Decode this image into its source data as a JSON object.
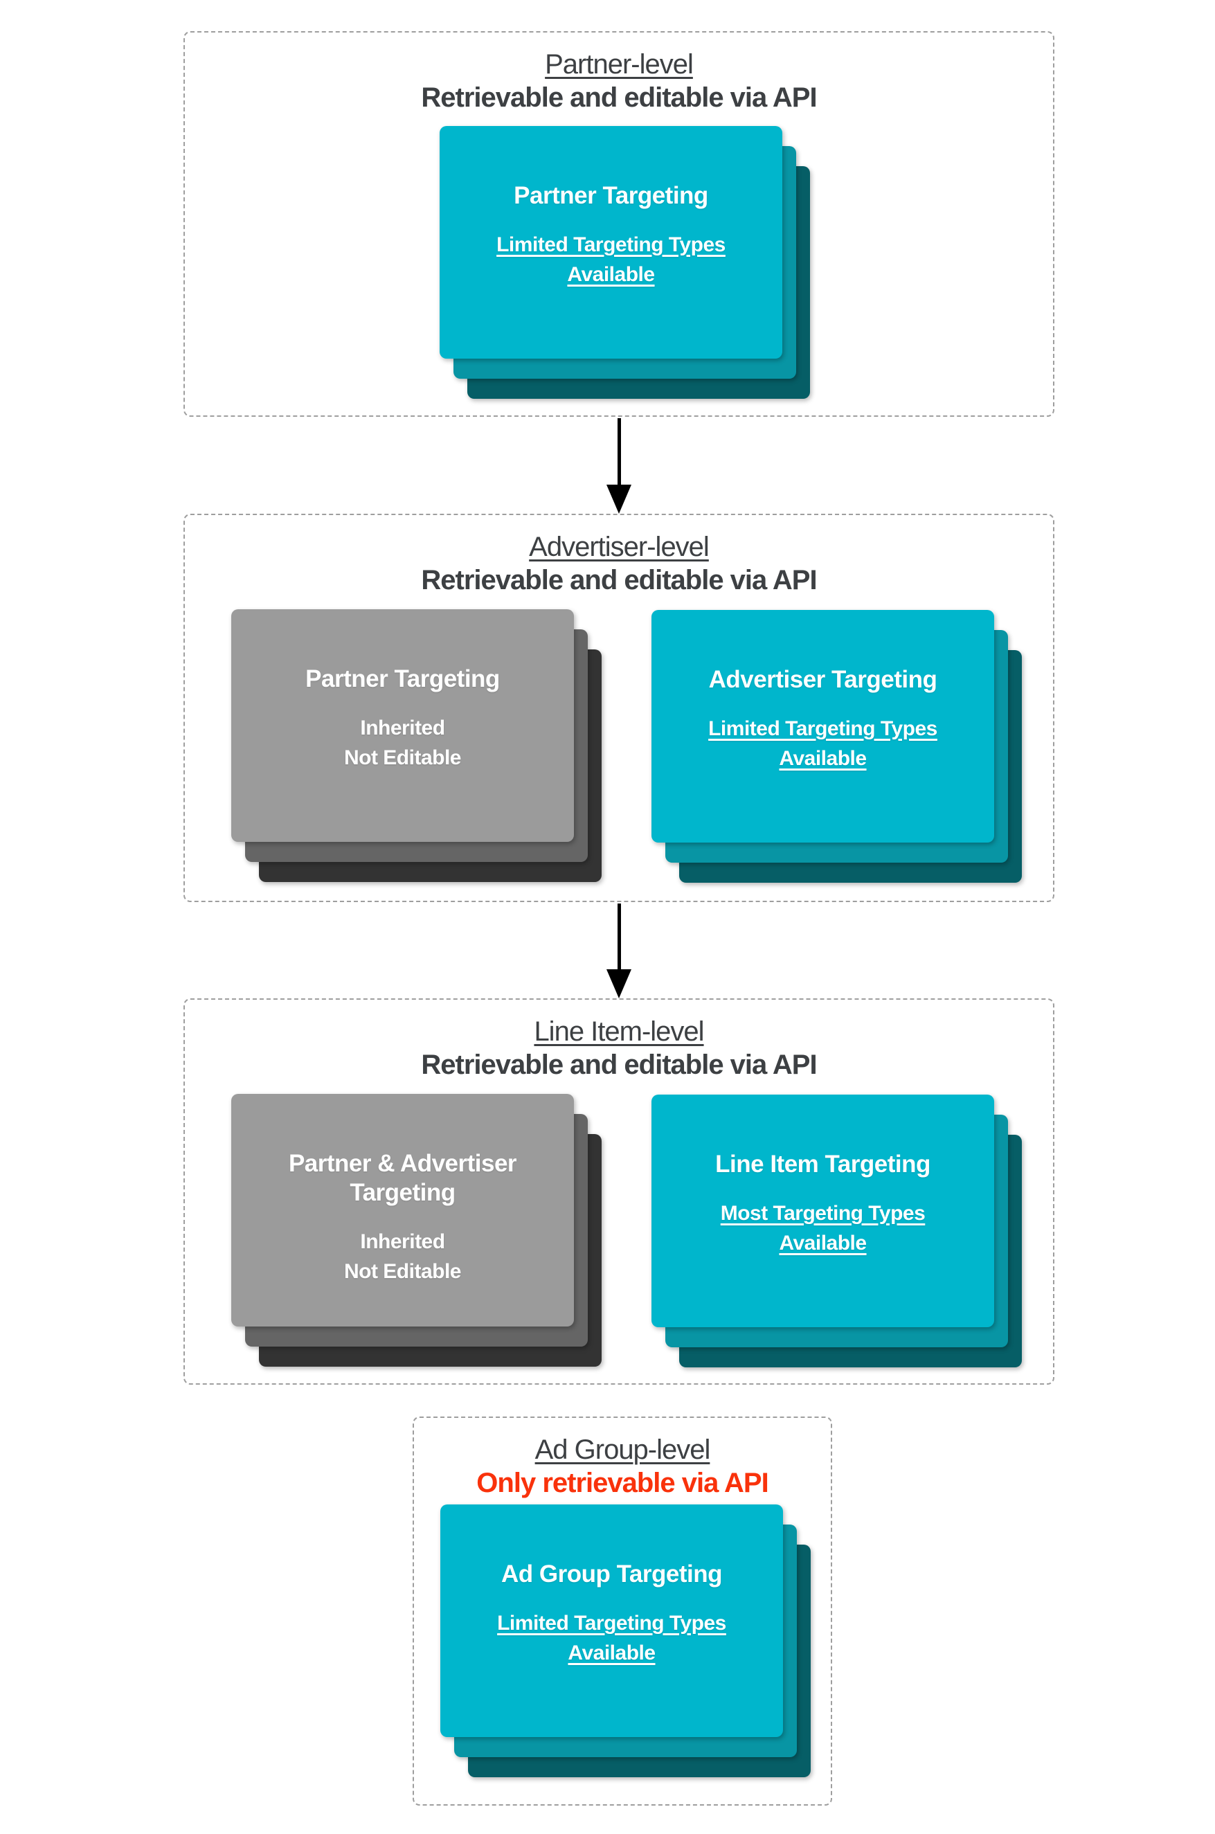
{
  "diagram": {
    "description": "Display & Video targeting hierarchy: which targeting is retrievable/editable via API at each level"
  },
  "colors": {
    "card_cyan_front": "#00b6cc",
    "card_cyan_middle": "#0895a4",
    "card_cyan_back": "#065e66",
    "card_gray_front": "#9b9b9b",
    "card_gray_middle": "#656565",
    "card_gray_back": "#333333",
    "header_text": "#3d4043",
    "warning_red": "#f9320b",
    "section_border": "#9e9e9e",
    "arrow": "#000000",
    "card_text": "#ffffff"
  },
  "sections": [
    {
      "title": "Partner-level",
      "subtitle": "Retrievable and editable via API",
      "cards": [
        {
          "variant": "cyan",
          "title": "Partner Targeting",
          "body": "Limited Targeting Types\nAvailable"
        }
      ]
    },
    {
      "title": "Advertiser-level",
      "subtitle": "Retrievable and editable via API",
      "cards": [
        {
          "variant": "gray",
          "title": "Partner Targeting",
          "body": "Inherited\nNot Editable"
        },
        {
          "variant": "cyan",
          "title": "Advertiser Targeting",
          "body": "Limited Targeting Types\nAvailable"
        }
      ]
    },
    {
      "title": "Line Item-level",
      "subtitle": "Retrievable and editable via API",
      "cards": [
        {
          "variant": "gray",
          "title": "Partner & Advertiser\nTargeting",
          "body": "Inherited\nNot Editable"
        },
        {
          "variant": "cyan",
          "title": "Line Item Targeting",
          "body": "Most Targeting Types\nAvailable"
        }
      ]
    },
    {
      "title": "Ad Group-level",
      "subtitle": "Only retrievable via API",
      "cards": [
        {
          "variant": "cyan",
          "title": "Ad Group Targeting",
          "body": "Limited Targeting Types\nAvailable"
        }
      ]
    }
  ]
}
